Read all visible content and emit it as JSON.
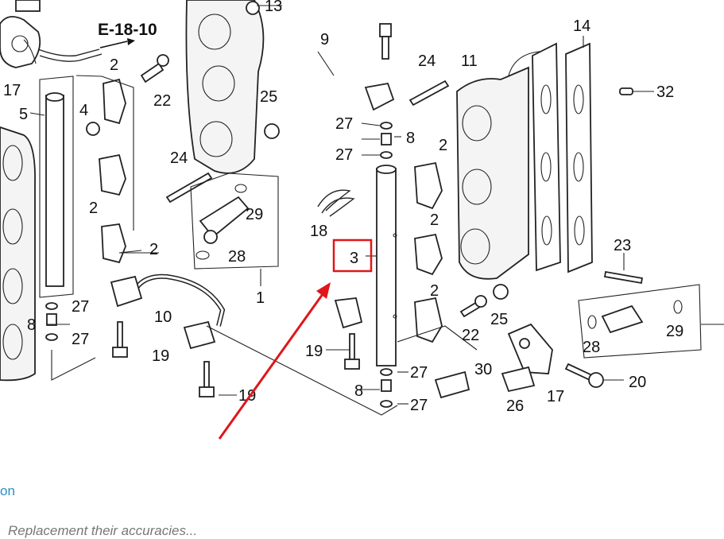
{
  "diagram": {
    "section_ref": "E-18-10",
    "labels": [
      {
        "id": "l13",
        "text": "13"
      },
      {
        "id": "l17a",
        "text": "17"
      },
      {
        "id": "l2a",
        "text": "2"
      },
      {
        "id": "l22a",
        "text": "22"
      },
      {
        "id": "l5",
        "text": "5"
      },
      {
        "id": "l4",
        "text": "4"
      },
      {
        "id": "l25a",
        "text": "25"
      },
      {
        "id": "l24a",
        "text": "24"
      },
      {
        "id": "l2b",
        "text": "2"
      },
      {
        "id": "l29a",
        "text": "29"
      },
      {
        "id": "l2c",
        "text": "2"
      },
      {
        "id": "l28a",
        "text": "28"
      },
      {
        "id": "l1",
        "text": "1"
      },
      {
        "id": "l27a",
        "text": "27"
      },
      {
        "id": "l8a",
        "text": "8"
      },
      {
        "id": "l27b",
        "text": "27"
      },
      {
        "id": "l10",
        "text": "10"
      },
      {
        "id": "l19a",
        "text": "19"
      },
      {
        "id": "l19b",
        "text": "19"
      },
      {
        "id": "l9",
        "text": "9"
      },
      {
        "id": "l27c",
        "text": "27"
      },
      {
        "id": "l8b",
        "text": "8"
      },
      {
        "id": "l27d",
        "text": "27"
      },
      {
        "id": "l18",
        "text": "18"
      },
      {
        "id": "l3",
        "text": "3"
      },
      {
        "id": "l19c",
        "text": "19"
      },
      {
        "id": "l27e",
        "text": "27"
      },
      {
        "id": "l8c",
        "text": "8"
      },
      {
        "id": "l27f",
        "text": "27"
      },
      {
        "id": "l24b",
        "text": "24"
      },
      {
        "id": "l11",
        "text": "11"
      },
      {
        "id": "l2d",
        "text": "2"
      },
      {
        "id": "l2e",
        "text": "2"
      },
      {
        "id": "l2f",
        "text": "2"
      },
      {
        "id": "l22b",
        "text": "22"
      },
      {
        "id": "l25b",
        "text": "25"
      },
      {
        "id": "l30",
        "text": "30"
      },
      {
        "id": "l26",
        "text": "26"
      },
      {
        "id": "l17b",
        "text": "17"
      },
      {
        "id": "l20",
        "text": "20"
      },
      {
        "id": "l14",
        "text": "14"
      },
      {
        "id": "l32",
        "text": "32"
      },
      {
        "id": "l23",
        "text": "23"
      },
      {
        "id": "l28b",
        "text": "28"
      },
      {
        "id": "l29b",
        "text": "29"
      }
    ]
  },
  "highlight": {
    "part": "3",
    "color": "#e0161b"
  },
  "arrow_color": "#e0161b",
  "link_text": "on",
  "bottom_note": "Replacement their accuracies..."
}
